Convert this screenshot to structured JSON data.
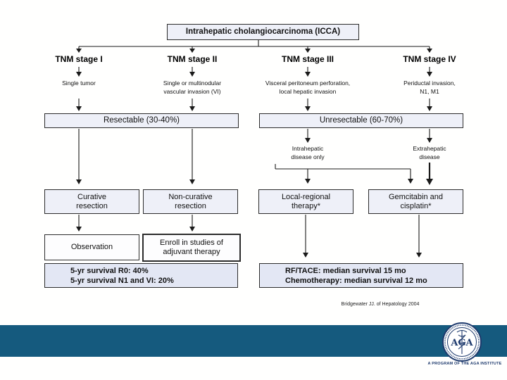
{
  "slide": {
    "title": "Intrahepatic cholangiocarcinoma (ICCA)",
    "columns": [
      {
        "header": "TNM stage I",
        "description": "Single tumor"
      },
      {
        "header": "TNM stage II",
        "description": "Single or multinodular\nvascular invasion (VI)"
      },
      {
        "header": "TNM stage III",
        "description": "Visceral peritoneum perforation,\nlocal hepatic invasion"
      },
      {
        "header": "TNM stage IV",
        "description": "Periductal invasion,\nN1, M1"
      }
    ],
    "resectable_label": "Resectable (30-40%)",
    "unresectable_label": "Unresectable (60-70%)",
    "intrahepatic_label": "Intrahepatic\ndisease only",
    "extrahepatic_label": "Extrahepatic\ndisease",
    "curative_label": "Curative\nresection",
    "non_curative_label": "Non-curative\nresection",
    "local_regional_label": "Local-regional\ntherapy*",
    "gemcitabin_label": "Gemcitabin and\ncisplatin*",
    "observation_label": "Observation",
    "enroll_label": "Enroll in studies of\nadjuvant therapy",
    "survival_lines": "5-yr survival R0: 40%\n5-yr survival N1 and VI: 20%",
    "rf_tace_lines": "RF/TACE: median survival 15 mo\nChemotherapy: median survival 12 mo",
    "citation": "Bridgewater JJ. of Hepatology 2004"
  },
  "footer": {
    "tagline": "A PROGRAM OF THE AGA INSTITUTE",
    "logo_text": "AGA"
  },
  "colors": {
    "footer_bar": "#155a7e",
    "logo_navy": "#1e3a6d",
    "box_fill": "#eef0f8",
    "highlight_box_fill": "#e3e7f4",
    "line_color": "#1a1a1a"
  }
}
